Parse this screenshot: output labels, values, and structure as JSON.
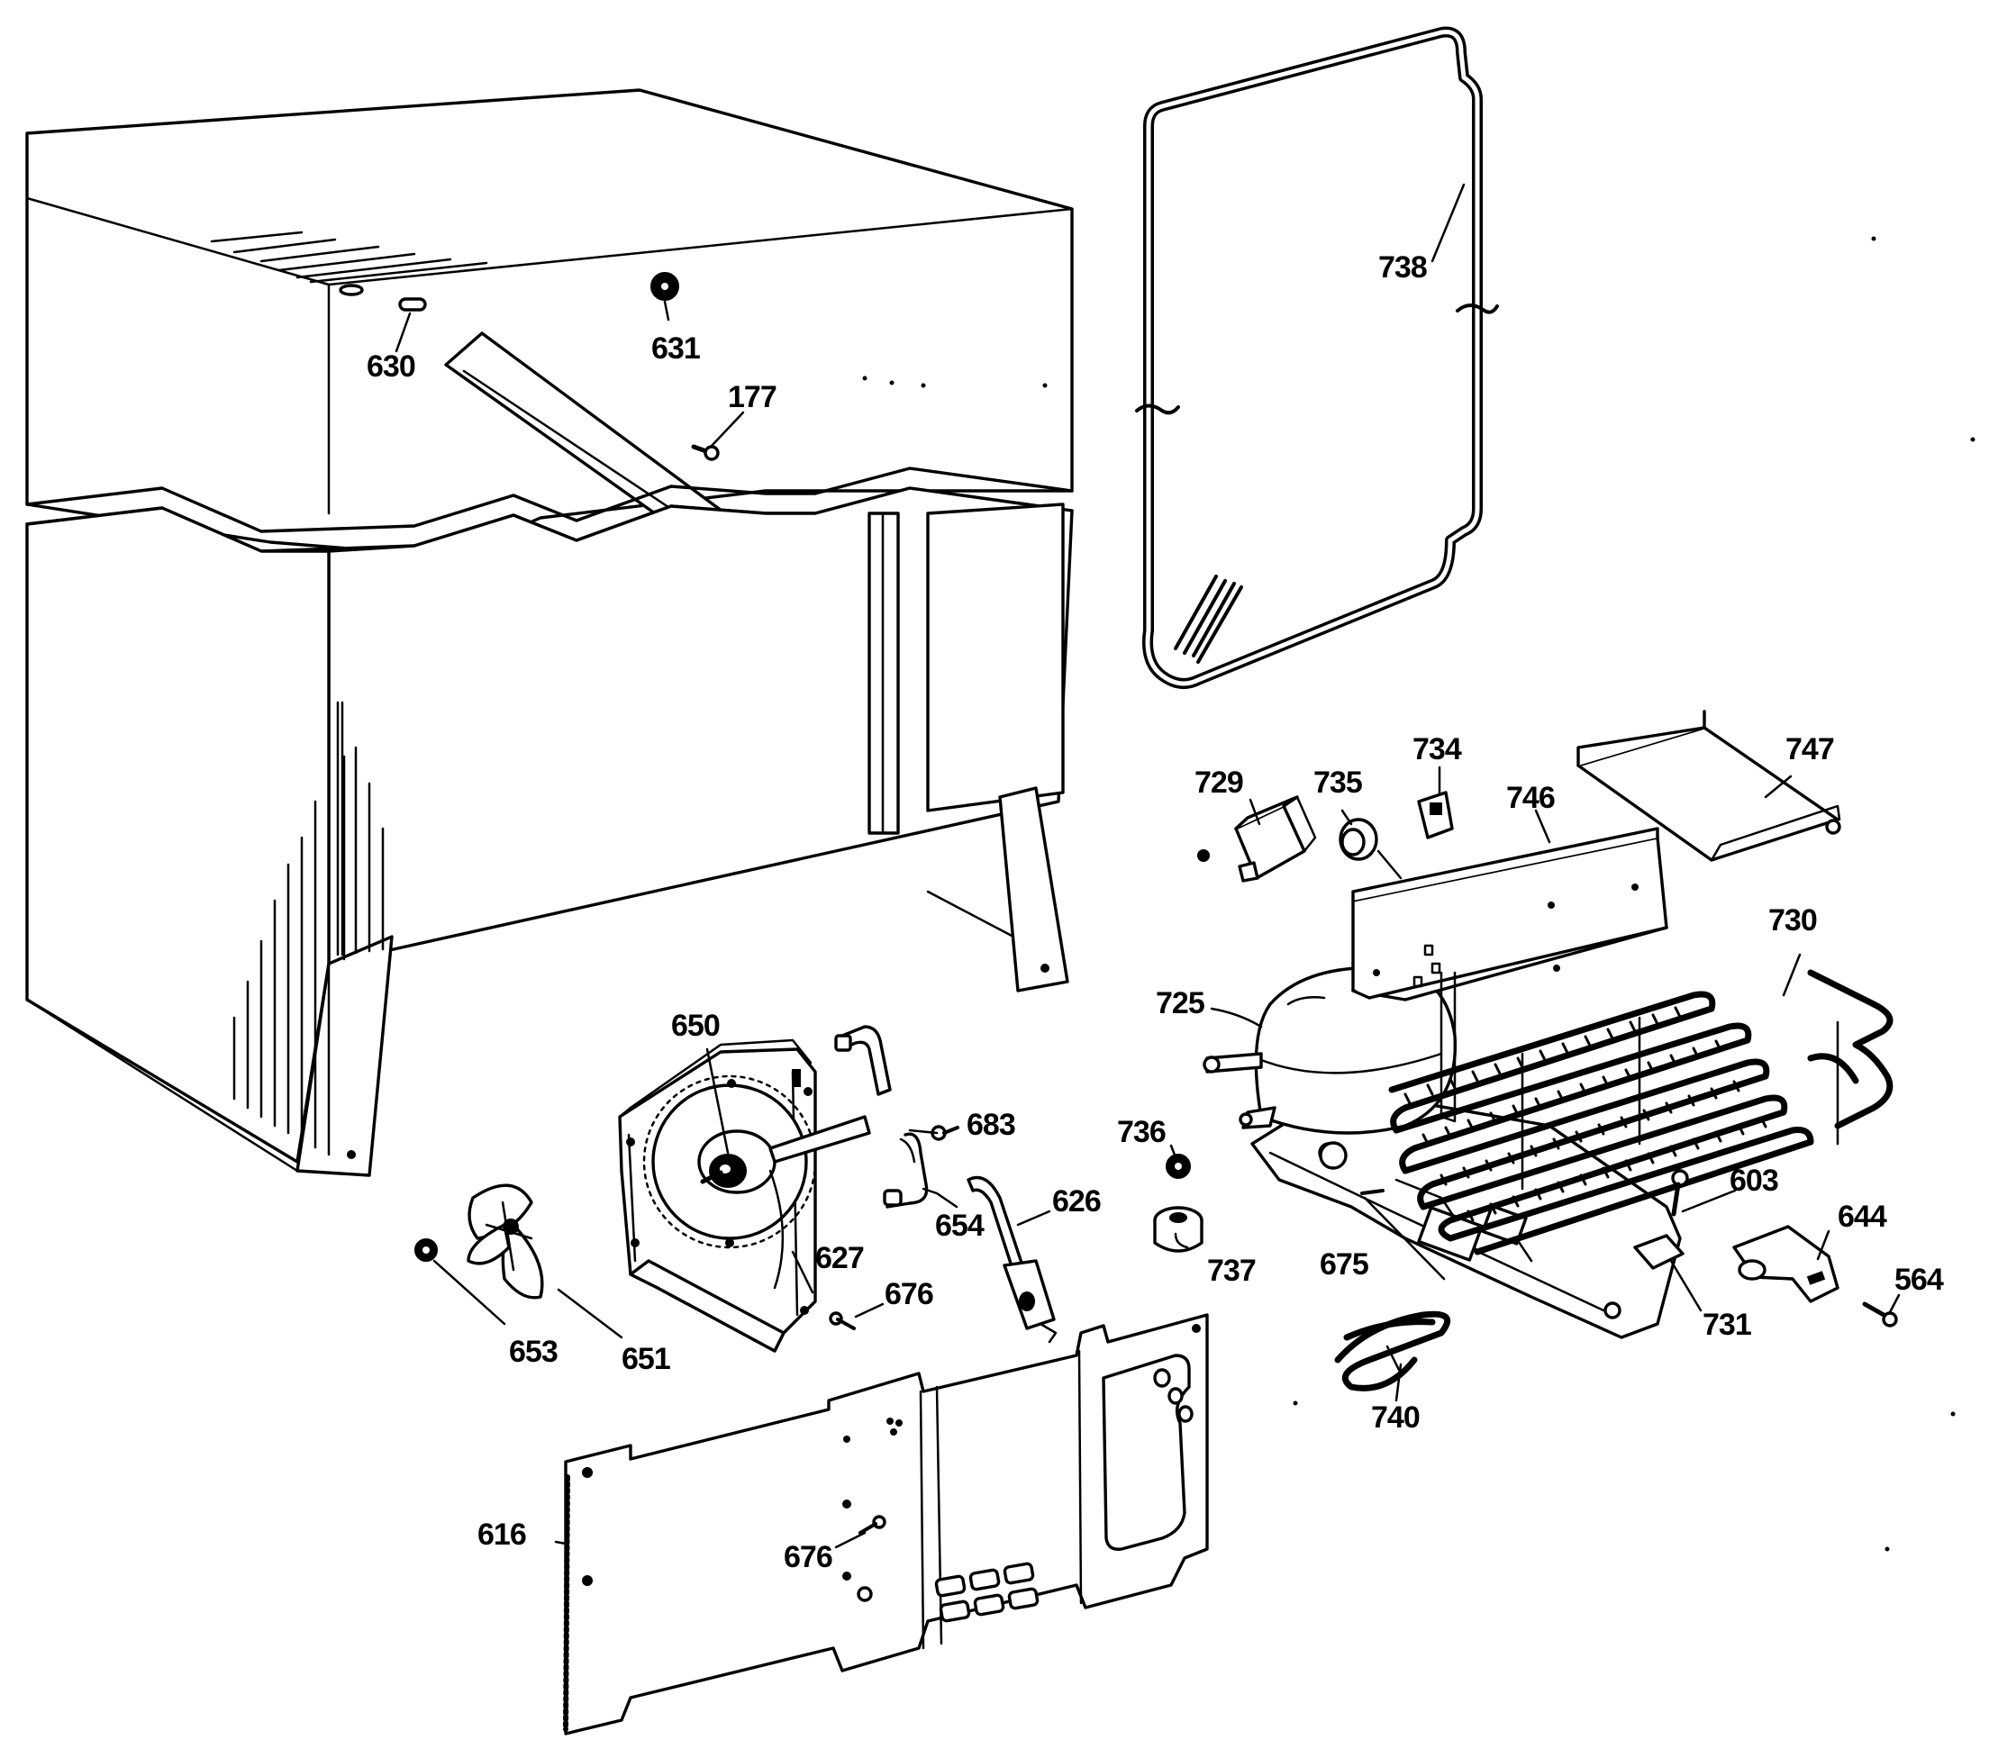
{
  "callouts": {
    "c177": "177",
    "c564": "564",
    "c603": "603",
    "c616": "616",
    "c626": "626",
    "c627": "627",
    "c630": "630",
    "c631": "631",
    "c644": "644",
    "c650": "650",
    "c651": "651",
    "c653": "653",
    "c654": "654",
    "c675": "675",
    "c676a": "676",
    "c676b": "676",
    "c683": "683",
    "c725": "725",
    "c729": "729",
    "c730": "730",
    "c731": "731",
    "c734": "734",
    "c735": "735",
    "c736": "736",
    "c737": "737",
    "c738": "738",
    "c740": "740",
    "c746": "746",
    "c747": "747"
  },
  "colors": {
    "ink": "#000000",
    "paper": "#ffffff"
  }
}
